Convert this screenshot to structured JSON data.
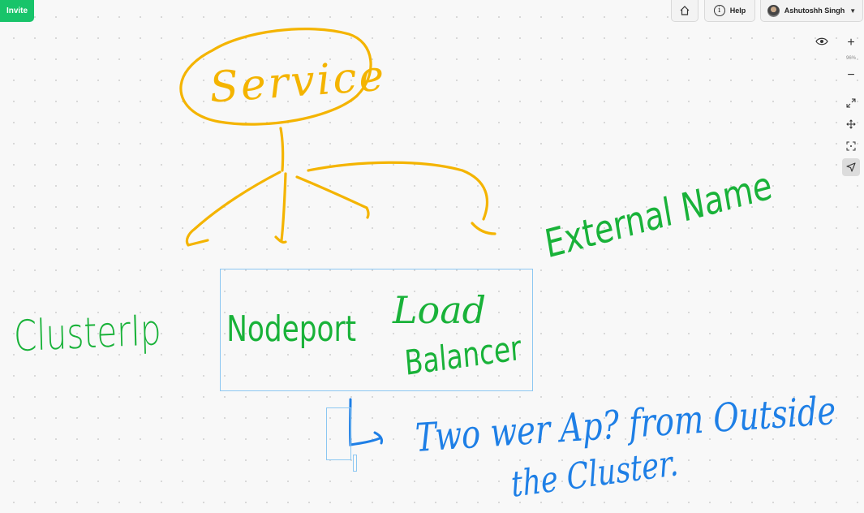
{
  "header": {
    "invite_label": "Invite",
    "help_label": "Help",
    "user_name": "Ashutoshh Singh"
  },
  "toolbar": {
    "zoom_level": "96%",
    "zoom_in": "+",
    "zoom_out": "−"
  },
  "icons": [
    "home-icon",
    "info-icon",
    "avatar",
    "chevron-down-icon",
    "eye-icon",
    "expand-icon",
    "move-icon",
    "fit-screen-icon",
    "pointer-icon"
  ],
  "colors": {
    "invite": "#18c46a",
    "ink_yellow": "#f4b400",
    "ink_green": "#19b239",
    "ink_blue": "#1e7fe6",
    "selection_box": "#8cc7f2"
  },
  "whiteboard": {
    "service": "Service",
    "cluster_ip": "ClusterIp",
    "nodeport": "Nodeport",
    "load": "Load",
    "balancer": "Balancer",
    "external_name": "External Name",
    "note_line1": "Two wer Ap? from Outside",
    "note_line2": "the Cluster."
  }
}
